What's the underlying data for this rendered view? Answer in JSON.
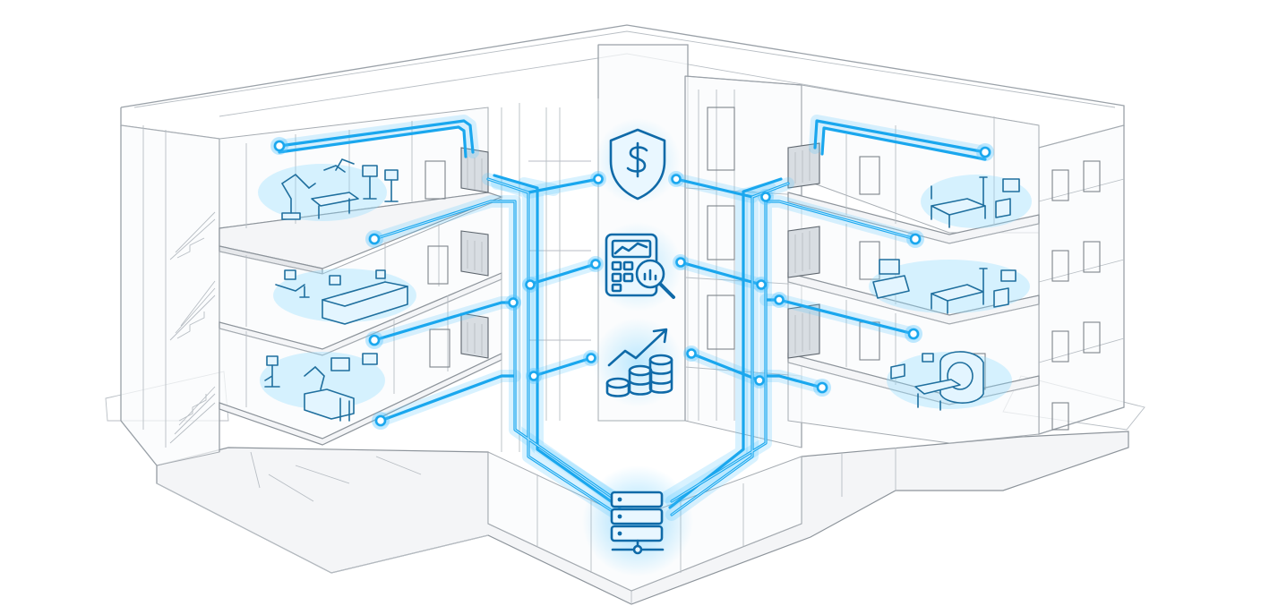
{
  "diagram": {
    "hub": {
      "icon": "server-network-icon"
    },
    "center_icons": [
      {
        "id": "security",
        "icon": "shield-dollar-icon"
      },
      {
        "id": "analytics",
        "icon": "calculator-analytics-icon"
      },
      {
        "id": "growth",
        "icon": "coins-growth-icon"
      }
    ],
    "left_rooms": [
      {
        "id": "surgery",
        "icon": "surgical-robot-icon"
      },
      {
        "id": "reception",
        "icon": "reception-desk-icon"
      },
      {
        "id": "lab",
        "icon": "lab-equipment-icon"
      }
    ],
    "right_rooms": [
      {
        "id": "patient-room-top",
        "icon": "hospital-bed-icon"
      },
      {
        "id": "patient-room-mid",
        "icon": "hospital-bed-monitor-icon"
      },
      {
        "id": "imaging",
        "icon": "mri-scanner-icon"
      }
    ],
    "colors": {
      "accent": "#1aa7ee",
      "glow": "#4cc3ff",
      "icon": "#0f6aa8",
      "structure": "#9aa1a8"
    }
  }
}
